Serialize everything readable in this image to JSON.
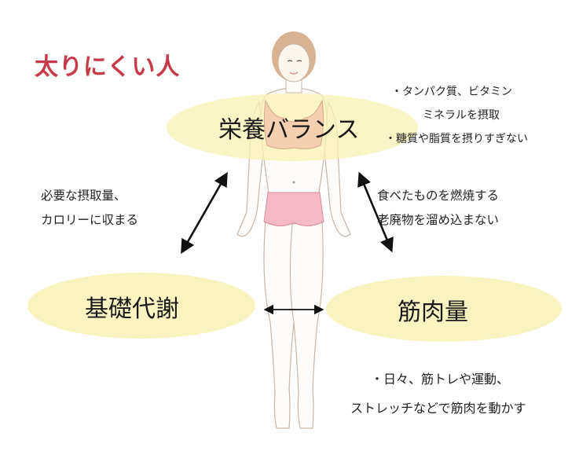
{
  "title": "太りにくい人",
  "nodes": {
    "nutrition": "栄養バランス",
    "metabolism": "基礎代謝",
    "muscle": "筋肉量"
  },
  "notes": {
    "nutrition_lines": [
      "・タンパク質、ビタミン",
      "ミネラルを摂取",
      "・糖質や脂質を摂りすぎない"
    ],
    "left_lines": [
      "必要な摂取量、",
      "カロリーに収まる"
    ],
    "right_lines": [
      "食べたものを燃焼する",
      "老廃物を溜め込まない"
    ],
    "bottom_lines": [
      "・日々、筋トレや運動、",
      "ストレッチなどで筋肉を動かす"
    ]
  },
  "colors": {
    "title": "#c73a4a",
    "ellipse": "#f8f2b4",
    "bra": "#f6cfae",
    "shorts": "#f4b9c4",
    "arrow": "#111111"
  }
}
